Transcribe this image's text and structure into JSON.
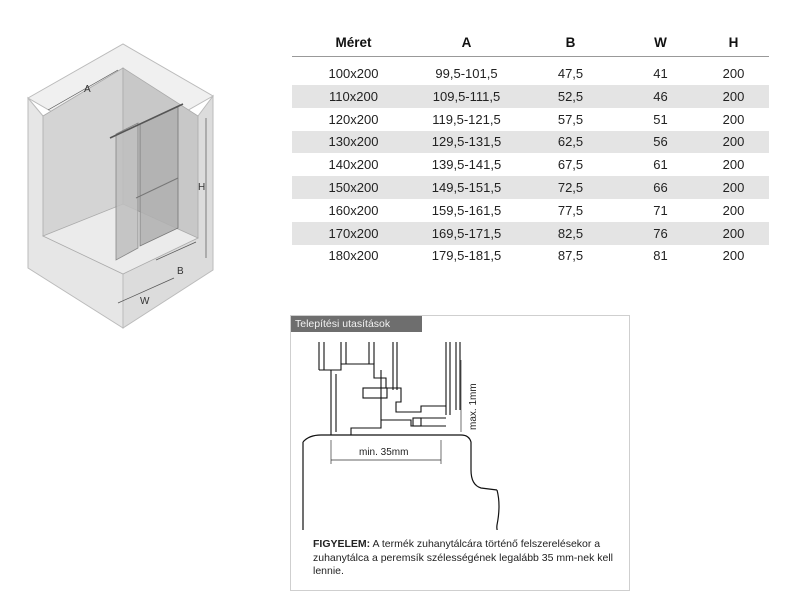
{
  "drawing": {
    "labels": {
      "a": "A",
      "b": "B",
      "h": "H",
      "w": "W"
    }
  },
  "table": {
    "headers": [
      "Méret",
      "A",
      "B",
      "W",
      "H"
    ],
    "rows": [
      [
        "100x200",
        "99,5-101,5",
        "47,5",
        "41",
        "200"
      ],
      [
        "110x200",
        "109,5-111,5",
        "52,5",
        "46",
        "200"
      ],
      [
        "120x200",
        "119,5-121,5",
        "57,5",
        "51",
        "200"
      ],
      [
        "130x200",
        "129,5-131,5",
        "62,5",
        "56",
        "200"
      ],
      [
        "140x200",
        "139,5-141,5",
        "67,5",
        "61",
        "200"
      ],
      [
        "150x200",
        "149,5-151,5",
        "72,5",
        "66",
        "200"
      ],
      [
        "160x200",
        "159,5-161,5",
        "77,5",
        "71",
        "200"
      ],
      [
        "170x200",
        "169,5-171,5",
        "82,5",
        "76",
        "200"
      ],
      [
        "180x200",
        "179,5-181,5",
        "87,5",
        "81",
        "200"
      ]
    ]
  },
  "install": {
    "header": "Telepítési utasítások",
    "min_label": "min. 35mm",
    "max_label": "max. 1mm",
    "note_bold": "FIGYELEM:",
    "note_text": " A termék zuhanytálcára történő felszerelésekor a zuhanytálca a peremsík szélességének legalább 35 mm-nek kell lennie."
  }
}
